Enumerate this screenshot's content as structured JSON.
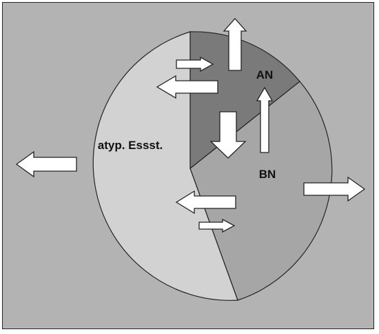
{
  "diagram": {
    "labels": {
      "atypical": "atyp. Essst.",
      "an": "AN",
      "bn": "BN"
    },
    "colors": {
      "frame_background": "#b3b3b3",
      "atypical_region": "#d2d2d2",
      "an_region": "#7a7a7a",
      "bn_region": "#a6a6a6",
      "arrow_fill": "#ffffff",
      "outline": "#222222"
    }
  }
}
